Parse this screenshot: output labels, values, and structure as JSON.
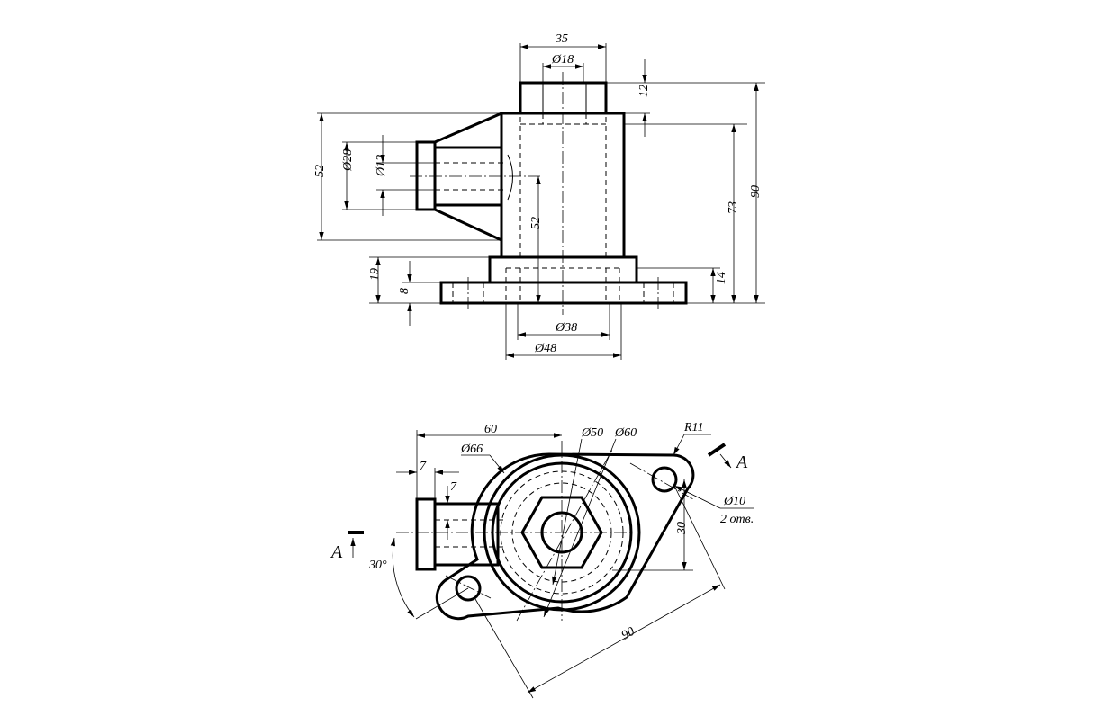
{
  "front_view": {
    "dims": {
      "top_width": "35",
      "bore_diameter": "Ø18",
      "collar_height": "12",
      "total_height": "90",
      "body_height": "73",
      "side_height": "52",
      "outlet_outer": "Ø28",
      "outlet_inner": "Ø12",
      "axis_height": "52",
      "base_height_total": "19",
      "flange_thickness": "8",
      "base_right": "14",
      "diameter_38": "Ø38",
      "diameter_48": "Ø48"
    }
  },
  "top_view": {
    "dims": {
      "offset_60": "60",
      "diameter_66": "Ø66",
      "diameter_50": "Ø50",
      "diameter_60": "Ø60",
      "radius_11": "R11",
      "hole_diameter": "Ø10",
      "hole_count": "2 отв.",
      "offset_7a": "7",
      "offset_7b": "7",
      "angle": "30°",
      "offset_30": "30",
      "spacing_90": "90"
    },
    "section_label_right": "A",
    "section_label_left": "A"
  }
}
